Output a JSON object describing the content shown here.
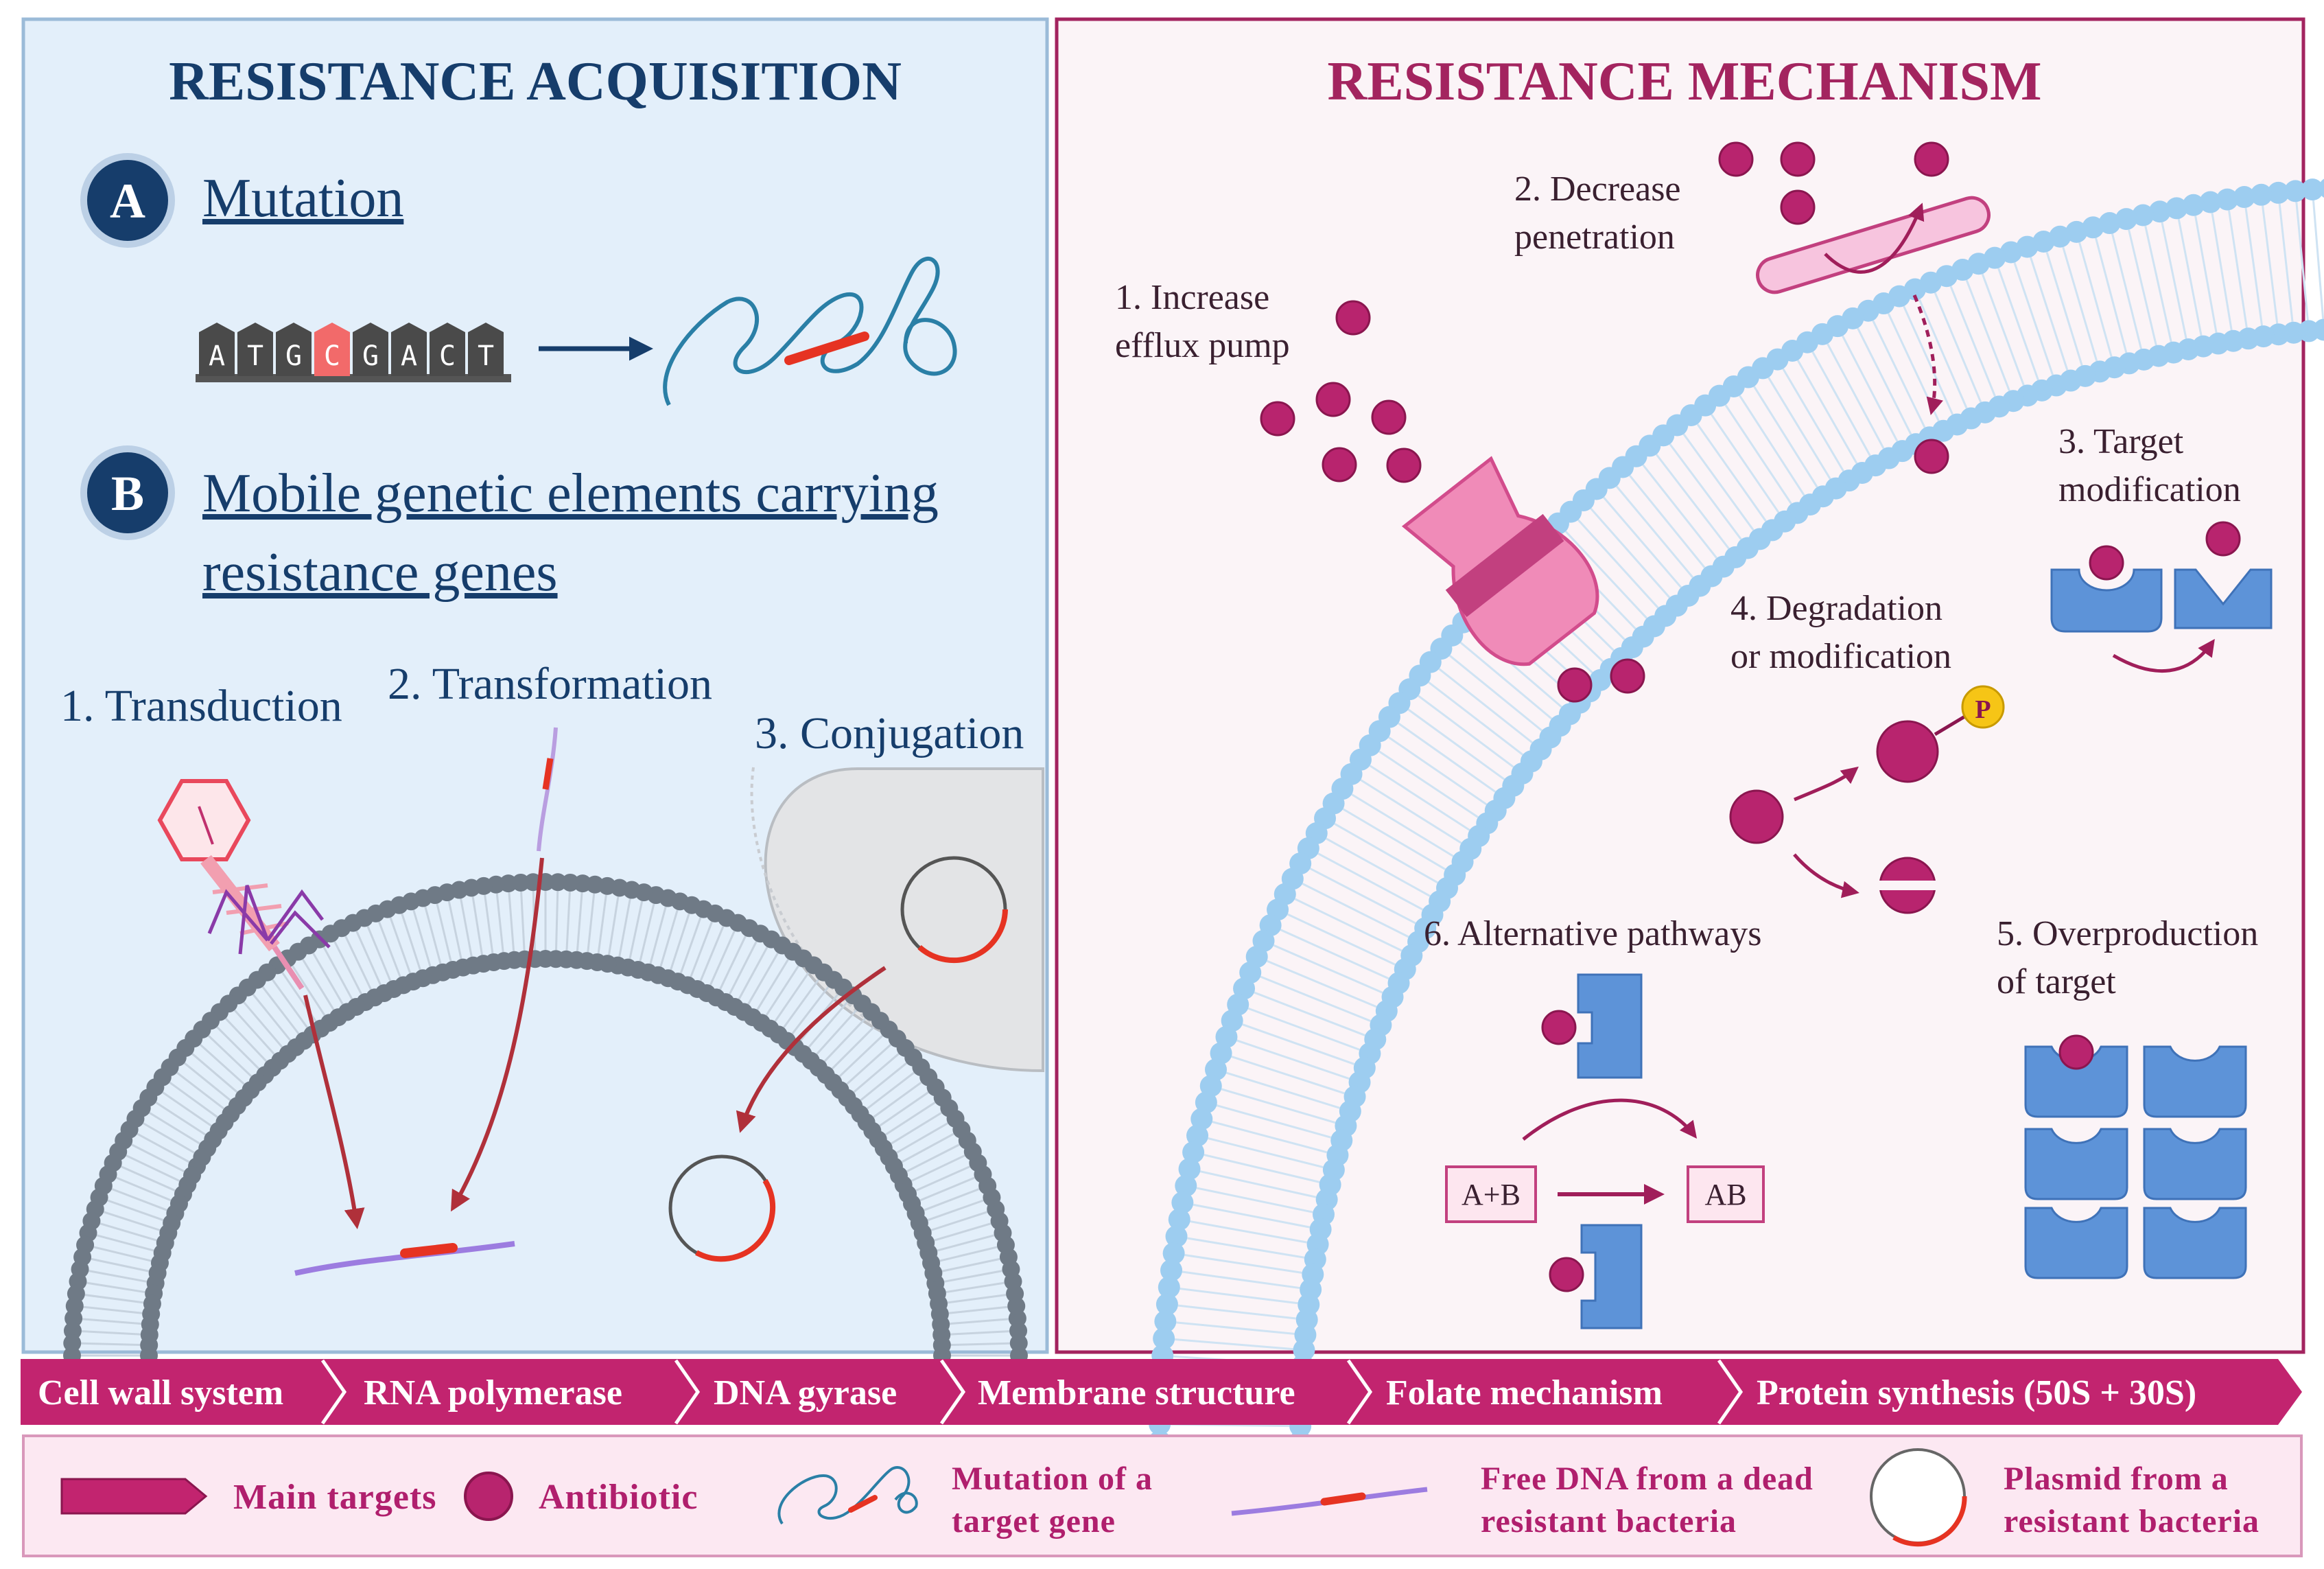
{
  "colors": {
    "navy": "#163d6b",
    "magenta": "#c2246f",
    "antibiotic": "#b8246e",
    "membrane_blue": "#9dcdf0",
    "membrane_gray": "#6f7a86",
    "left_bg": "#e3effa",
    "right_bg": "#fbf4f7",
    "target_blue": "#5d93d8",
    "dna_red": "#e63322",
    "dna_teal": "#2a7fa6"
  },
  "left_panel": {
    "title": "RESISTANCE ACQUISITION",
    "section_a": {
      "badge": "A",
      "label": "Mutation"
    },
    "sequence": [
      "A",
      "T",
      "G",
      "C",
      "G",
      "A",
      "C",
      "T"
    ],
    "section_b": {
      "badge": "B",
      "label_line1": "Mobile genetic elements carrying",
      "label_line2": "resistance genes"
    },
    "routes": [
      "1. Transduction",
      "2. Transformation",
      "3. Conjugation"
    ]
  },
  "right_panel": {
    "title": "RESISTANCE MECHANISM",
    "m1": [
      "1. Increase",
      "efflux pump"
    ],
    "m2": [
      "2. Decrease",
      "penetration"
    ],
    "m3": [
      "3. Target",
      "modification"
    ],
    "m4": [
      "4. Degradation",
      "or modification"
    ],
    "m5": [
      "5. Overproduction",
      "of target"
    ],
    "m6": [
      "6. Alternative pathways"
    ],
    "phospho": "P",
    "reactant": "A+B",
    "product": "AB"
  },
  "targets_band": [
    "Cell wall system",
    "RNA polymerase",
    "DNA gyrase",
    "Membrane structure",
    "Folate mechanism",
    "Protein synthesis (50S + 30S)"
  ],
  "legend": {
    "main_targets": "Main targets",
    "antibiotic": "Antibiotic",
    "mutation": [
      "Mutation  of a",
      "target gene"
    ],
    "free_dna": [
      "Free DNA from a dead",
      "resistant bacteria"
    ],
    "plasmid": [
      "Plasmid  from  a",
      "resistant bacteria"
    ]
  }
}
